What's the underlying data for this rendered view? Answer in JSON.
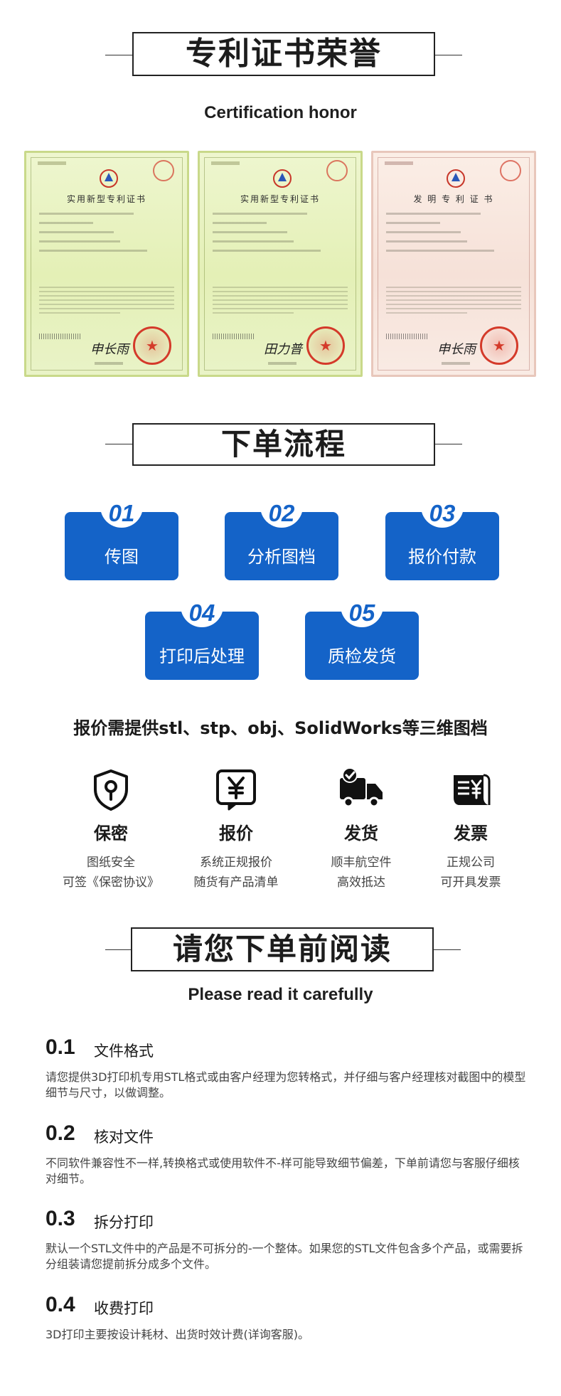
{
  "honor": {
    "title": "专利证书荣誉",
    "subtitle": "Certification honor",
    "certificates": [
      {
        "title": "实用新型专利证书",
        "signature": "申长雨",
        "style": "green"
      },
      {
        "title": "实用新型专利证书",
        "signature": "田力普",
        "style": "green"
      },
      {
        "title": "发 明 专 利 证 书",
        "signature": "申长雨",
        "style": "pink"
      }
    ]
  },
  "process": {
    "title": "下单流程",
    "steps": [
      {
        "num": "01",
        "label": "传图"
      },
      {
        "num": "02",
        "label": "分析图档"
      },
      {
        "num": "03",
        "label": "报价付款"
      },
      {
        "num": "04",
        "label": "打印后处理"
      },
      {
        "num": "05",
        "label": "质检发货"
      }
    ],
    "note": "报价需提供stl、stp、obj、SolidWorks等三维图档"
  },
  "features": [
    {
      "icon": "shield-lock-icon",
      "title": "保密",
      "line1": "图纸安全",
      "line2": "可签《保密协议》"
    },
    {
      "icon": "yen-quote-icon",
      "title": "报价",
      "line1": "系统正规报价",
      "line2": "随货有产品清单"
    },
    {
      "icon": "delivery-truck-icon",
      "title": "发货",
      "line1": "顺丰航空件",
      "line2": "高效抵达"
    },
    {
      "icon": "invoice-icon",
      "title": "发票",
      "line1": "正规公司",
      "line2": "可开具发票"
    }
  ],
  "notice": {
    "title": "请您下单前阅读",
    "subtitle": "Please read it carefully",
    "items": [
      {
        "num": "0.1",
        "title": "文件格式",
        "text": "请您提供3D打印机专用STL格式或由客户经理为您转格式，并仔细与客户经理核对截图中的模型细节与尺寸，以做调整。"
      },
      {
        "num": "0.2",
        "title": "核对文件",
        "text": "不同软件兼容性不一样,转换格式或使用软件不-样可能导致细节偏差，下单前请您与客服仔细核对细节。"
      },
      {
        "num": "0.3",
        "title": "拆分打印",
        "text": "默认一个STL文件中的产品是不可拆分的-一个整体。如果您的STL文件包含多个产品，或需要拆分组装请您提前拆分成多个文件。"
      },
      {
        "num": "0.4",
        "title": "收费打印",
        "text": "3D打印主要按设计耗材、出货时效计费(详询客服)。"
      }
    ]
  },
  "colors": {
    "accent": "#1463c8",
    "text": "#1a1a1a",
    "muted": "#444444"
  }
}
